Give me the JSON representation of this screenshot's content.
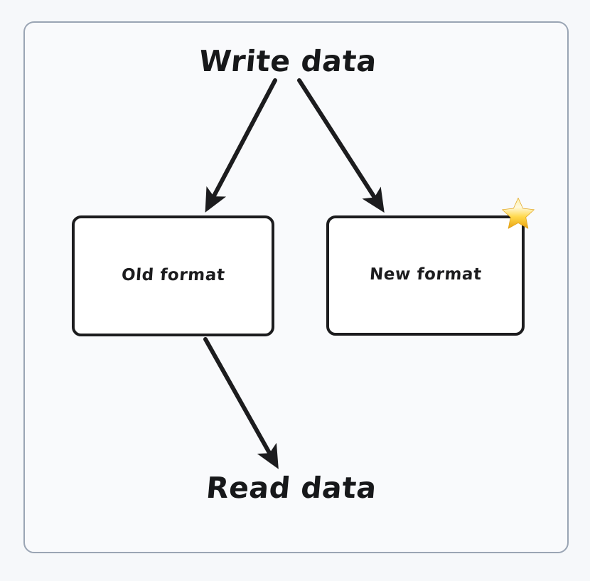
{
  "diagram": {
    "title_top": "Write data",
    "title_bottom": "Read data",
    "nodes": [
      {
        "id": "old-format",
        "label": "Old format",
        "badge": null
      },
      {
        "id": "new-format",
        "label": "New format",
        "badge": "star-icon"
      }
    ],
    "edges": [
      {
        "from": "Write data",
        "to": "Old format",
        "style": "solid-arrow"
      },
      {
        "from": "Write data",
        "to": "New format",
        "style": "solid-arrow"
      },
      {
        "from": "Old format",
        "to": "Read data",
        "style": "solid-arrow"
      }
    ],
    "icons": {
      "star": "star-icon"
    },
    "colors": {
      "background": "#f6f8fa",
      "frame_border": "#9aa5b4",
      "box_border": "#1c1c1e",
      "box_fill": "#ffffff",
      "text": "#17181a",
      "arrow": "#1c1c1e",
      "star_light": "#fff6c4",
      "star_mid": "#ffd34d",
      "star_dark": "#e8a317"
    }
  }
}
